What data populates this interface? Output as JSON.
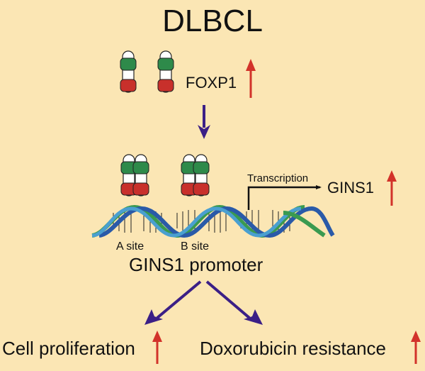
{
  "title": "DLBCL",
  "foxp1": {
    "label": "FOXP1",
    "change": "up"
  },
  "transcription": {
    "label": "Transcription",
    "target": "GINS1",
    "change": "up"
  },
  "binding_sites": [
    "A site",
    "B site"
  ],
  "promoter_label": "GINS1 promoter",
  "outcomes": [
    {
      "label": "Cell proliferation",
      "change": "up"
    },
    {
      "label": "Doxorubicin resistance",
      "change": "up"
    }
  ],
  "colors": {
    "background": "#fbe6b4",
    "up_arrow": "#d2322a",
    "flow_arrow": "#3b1f86",
    "protein_green": "#2e8a4a",
    "protein_red": "#c8302b",
    "dna_light_blue": "#4a9fd0",
    "dna_dark_blue": "#2a5aa8",
    "dna_green": "#3a9a50"
  }
}
